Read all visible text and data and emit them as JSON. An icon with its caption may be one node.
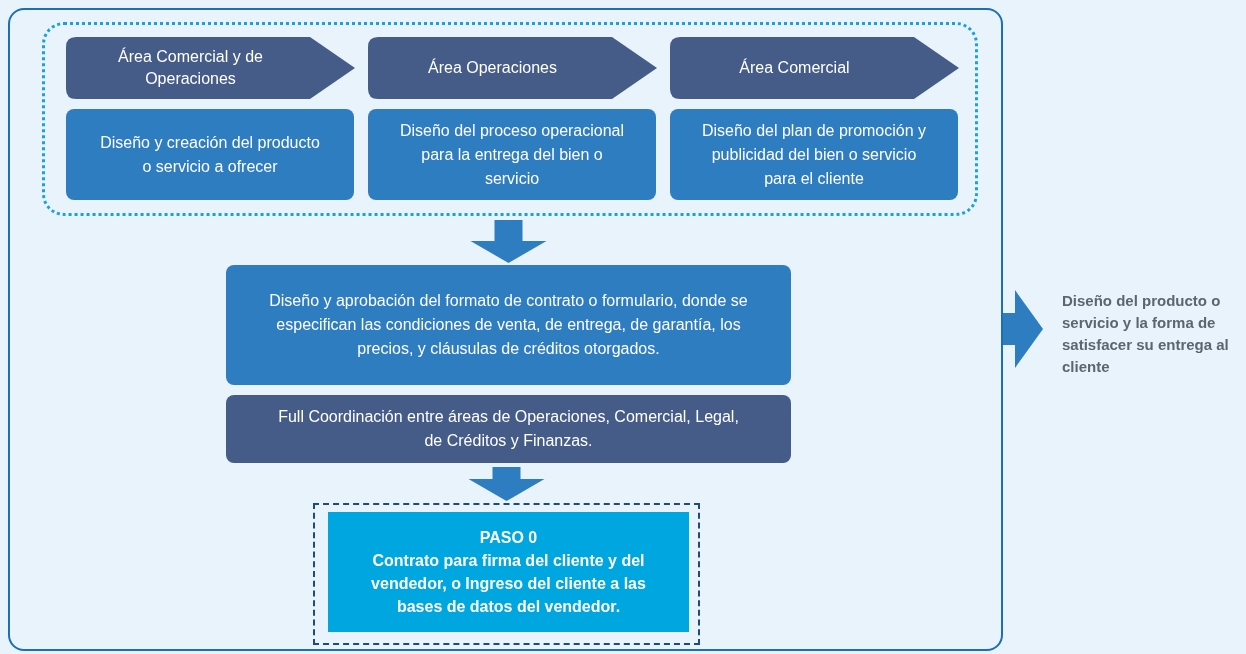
{
  "diagram": {
    "nodes": [
      {
        "text": [],
        "shape": "box"
      },
      {
        "text": [],
        "shape": "box",
        "in": 0
      },
      {
        "text": [
          "Área Comercial y de Operaciones"
        ],
        "in": 1
      },
      {
        "text": [
          "Área Operaciones"
        ],
        "in": 1
      },
      {
        "text": [
          "Área Comercial"
        ],
        "in": 1
      },
      {
        "text": [
          "Diseño y creación del producto o servicio a ofrecer"
        ],
        "in": 1
      },
      {
        "text": [
          "Diseño del proceso operacional para la entrega del bien o servicio"
        ],
        "in": 1
      },
      {
        "text": [
          "Diseño del plan de promoción y publicidad del bien o servicio para el cliente"
        ],
        "in": 1
      },
      {
        "text": [
          "Diseño y aprobación del formato de contrato o formulario, donde se especifican las condiciones de venta, de entrega, de garantía, los precios, y cláusulas de créditos otorgados."
        ],
        "in": 0
      },
      {
        "text": [
          "Full Coordinación entre áreas de Operaciones, Comercial, Legal, de Créditos y Finanzas."
        ],
        "in": 0
      },
      {
        "text": [],
        "shape": "box",
        "in": 0
      },
      {
        "text": [
          "PASO 0",
          "Contrato para firma del cliente y del vendedor, o Ingreso del cliente a las bases de datos del vendedor."
        ],
        "in": 10
      },
      {
        "text": [
          "Diseño del producto o servicio y la forma de satisfacer su entrega al cliente"
        ]
      }
    ],
    "edges": [
      {
        "from": 1,
        "to": 8,
        "arrow": "to",
        "style": "thick"
      },
      {
        "from": 9,
        "to": 10,
        "arrow": "to",
        "style": "thick"
      },
      {
        "from": 0,
        "to": 12,
        "arrow": "to",
        "style": "thick"
      }
    ]
  }
}
